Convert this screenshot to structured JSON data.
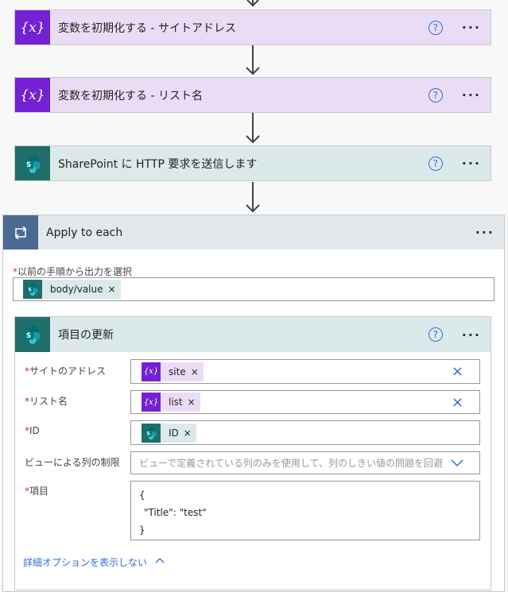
{
  "steps": [
    {
      "title": "変数を初期化する - サイトアドレス",
      "icon": "variable-icon"
    },
    {
      "title": "変数を初期化する - リスト名",
      "icon": "variable-icon"
    },
    {
      "title": "SharePoint に HTTP 要求を送信します",
      "icon": "sharepoint-icon"
    }
  ],
  "apply": {
    "title": "Apply to each",
    "select_label": "以前の手順から出力を選択",
    "select_token": "body/value",
    "inner": {
      "title": "項目の更新",
      "fields": {
        "site_label": "サイトのアドレス",
        "site_token": "site",
        "list_label": "リスト名",
        "list_token": "list",
        "id_label": "ID",
        "id_token": "ID",
        "view_label": "ビューによる列の制限",
        "view_placeholder": "ビューで定義されている列のみを使用して、列のしきい値の問題を回避",
        "item_label": "項目",
        "item_line1": "{",
        "item_line2": "\"Title\": \"test\"",
        "item_line3": "}"
      },
      "advanced_link": "詳細オプションを表示しない"
    }
  },
  "common": {
    "help": "?",
    "more": "···",
    "asterisk": "*",
    "remove": "×"
  }
}
